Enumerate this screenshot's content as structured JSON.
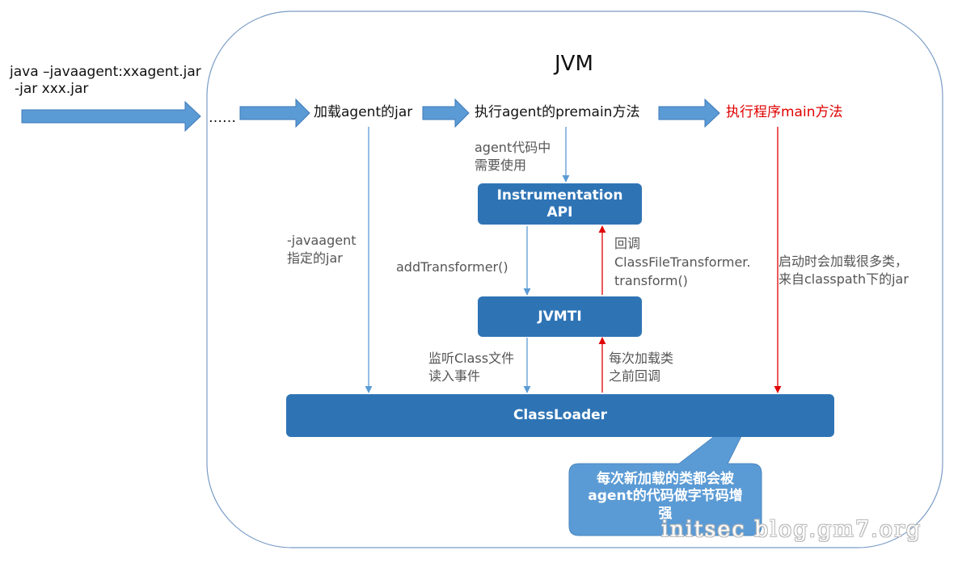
{
  "command": {
    "line1": "java –javaagent:xxagent.jar",
    "line2": "-jar xxx.jar"
  },
  "jvm_title": "JVM",
  "flow": {
    "ellipsis": "……",
    "load_agent_jar": "加载agent的jar",
    "exec_premain": "执行agent的premain方法",
    "exec_main": "执行程序main方法"
  },
  "labels": {
    "agent_uses_line1": "agent代码中",
    "agent_uses_line2": "需要使用",
    "javaagent_line1": "-javaagent",
    "javaagent_line2": "指定的jar",
    "add_transformer": "addTransformer()",
    "callback_line1": "回调",
    "callback_line2": "ClassFileTransformer.",
    "callback_line3": "transform()",
    "startup_line1": "启动时会加载很多类，",
    "startup_line2": "来自classpath下的jar",
    "listen_line1": "监听Class文件",
    "listen_line2": "读入事件",
    "before_load_line1": "每次加载类",
    "before_load_line2": "之前回调"
  },
  "boxes": {
    "instrumentation_line1": "Instrumentation",
    "instrumentation_line2": "API",
    "jvmti": "JVMTI",
    "classloader": "ClassLoader"
  },
  "callout": {
    "line1": "每次新加载的类都会被",
    "line2": "agent的代码做字节码增",
    "line3": "强"
  },
  "watermark": "initsec blog.gm7.org",
  "colors": {
    "block_arrow": "#5b9bd5",
    "box": "#2e74b5",
    "blue_line": "#5b9bd5",
    "red_line": "#e00000",
    "callout": "#5b9bd5"
  }
}
